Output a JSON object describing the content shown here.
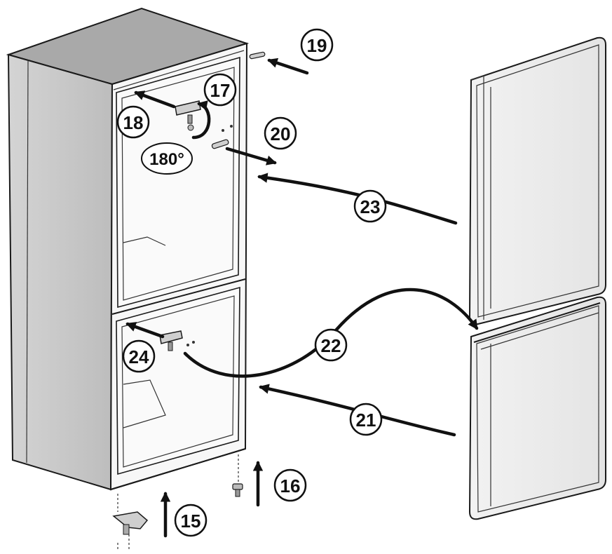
{
  "diagram": {
    "callouts": {
      "c15": "15",
      "c16": "16",
      "c17": "17",
      "c18": "18",
      "c19": "19",
      "c20": "20",
      "c21": "21",
      "c22": "22",
      "c23": "23",
      "c24": "24"
    },
    "rotation_label": "180°"
  }
}
